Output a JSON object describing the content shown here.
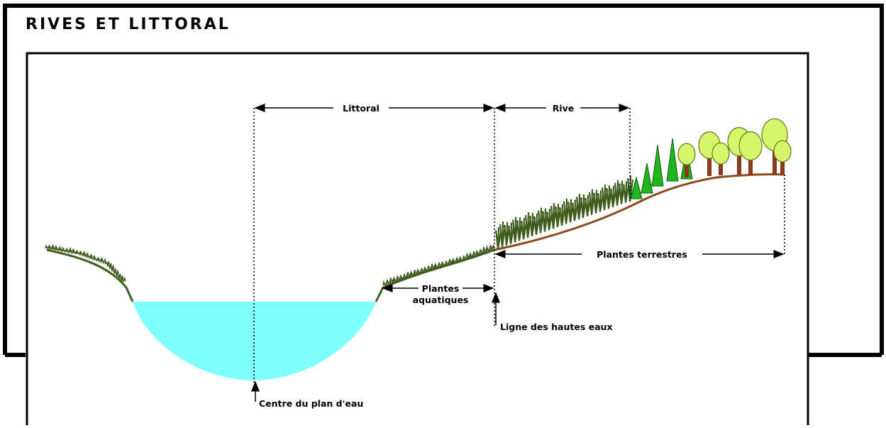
{
  "title": "RIVES ET LITTORAL",
  "labels": {
    "littoral": "Littoral",
    "rive": "Rive",
    "plantes_terrestres": "Plantes terrestres",
    "plantes_aquatiques_1": "Plantes",
    "plantes_aquatiques_2": "aquatiques",
    "ligne_hautes_eaux": "Ligne des hautes eaux",
    "centre_plan_eau": "Centre du plan d'eau"
  },
  "colors": {
    "water": "#80ffff",
    "grass": "#3f5d1e",
    "soil": "#8b4a1c",
    "trunk": "#8b3a1e",
    "canopy": "#d7f56a",
    "conifer": "#1fb51f"
  }
}
